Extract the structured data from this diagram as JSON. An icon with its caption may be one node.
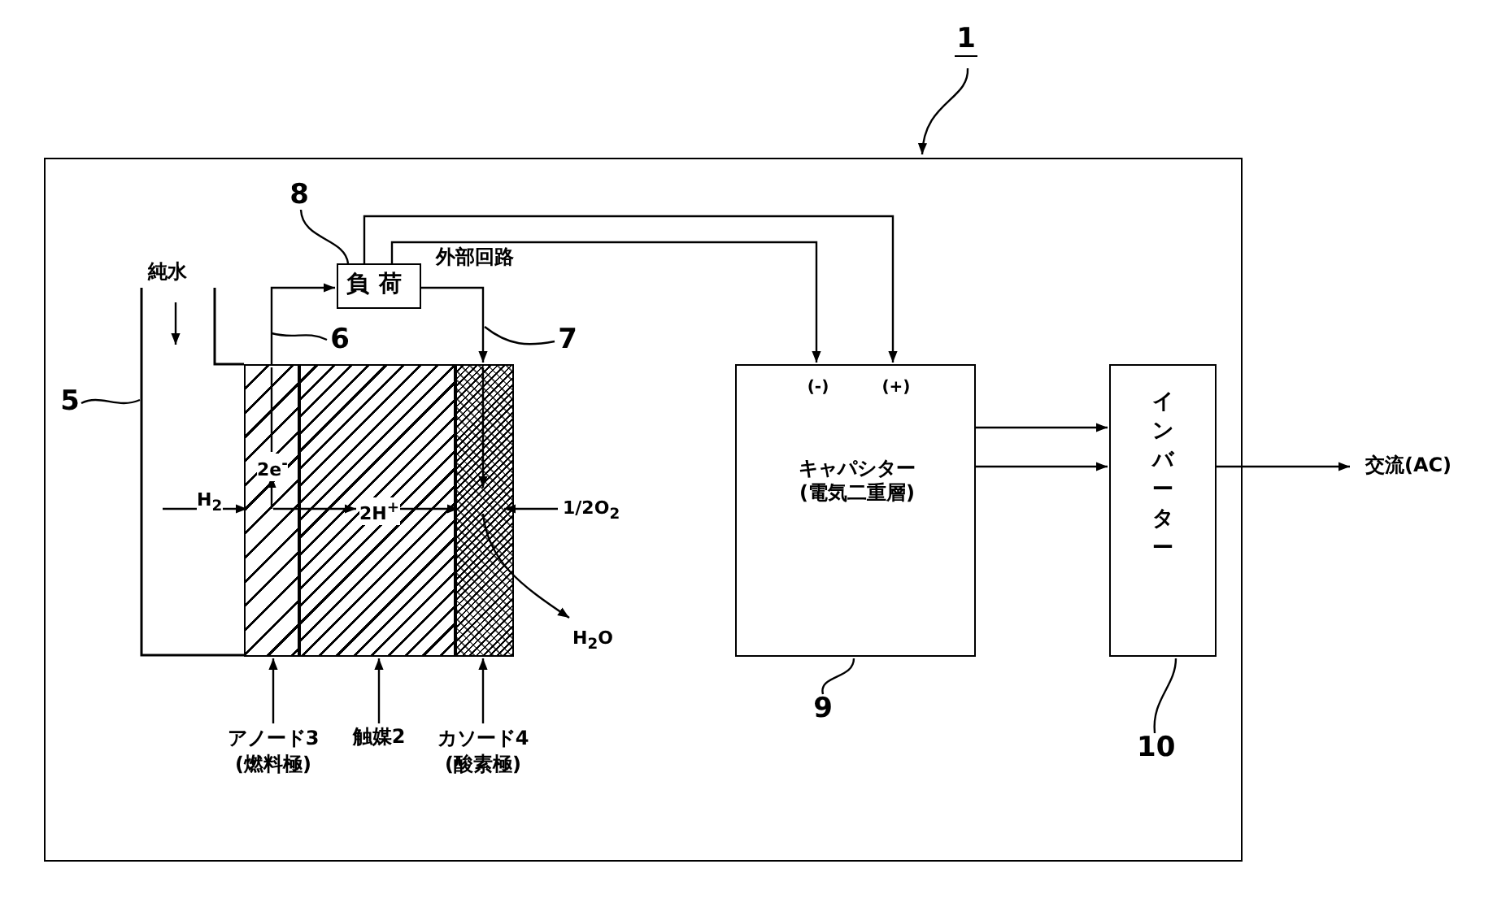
{
  "diagram": {
    "nodes": [
      {
        "text": [],
        "shape": "box"
      },
      {
        "text": [
          "1"
        ]
      },
      {
        "text": [
          "8"
        ],
        "in": 0
      },
      {
        "text": [
          "負荷"
        ],
        "in": 0
      },
      {
        "text": [
          "5"
        ],
        "in": 0
      },
      {
        "text": [],
        "shape": "box",
        "in": 0,
        "beside": [
          "純水"
        ]
      },
      {
        "text": [],
        "shape": "box",
        "in": 0
      },
      {
        "text": [],
        "shape": "box",
        "in": 0
      },
      {
        "text": [],
        "shape": "box",
        "in": 0
      },
      {
        "text": [
          "6"
        ],
        "in": 0
      },
      {
        "text": [
          "7"
        ],
        "in": 0
      },
      {
        "text": [
          "(-)",
          "(+)",
          "キャパシター (電気二重層)"
        ],
        "in": 0
      },
      {
        "text": [
          "9"
        ],
        "in": 0
      },
      {
        "text": [
          "インバーター"
        ],
        "in": 0
      },
      {
        "text": [
          "10"
        ],
        "in": 0
      },
      {
        "text": [
          "交流(AC)"
        ]
      },
      {
        "text": [
          "アノード3 (燃料極)"
        ],
        "in": 0
      },
      {
        "text": [
          "触媒2"
        ],
        "in": 0
      },
      {
        "text": [
          "カソード4 (酸素極)"
        ],
        "in": 0
      }
    ],
    "edges": [
      {
        "from": 1,
        "to": 0,
        "arrow": "to"
      },
      {
        "from": 2,
        "to": 3,
        "arrow": "none"
      },
      {
        "from": 4,
        "to": 5,
        "arrow": "none"
      },
      {
        "from": 9,
        "to": null,
        "arrow": "none"
      },
      {
        "from": 10,
        "to": null,
        "arrow": "none"
      },
      {
        "from": 6,
        "to": 3,
        "arrow": "to"
      },
      {
        "from": 3,
        "to": 8,
        "arrow": "to"
      },
      {
        "from": 3,
        "to": 11,
        "arrow": "to"
      },
      {
        "from": 3,
        "to": 11,
        "arrow": "to"
      },
      {
        "from": 11,
        "to": 13,
        "arrow": "to"
      },
      {
        "from": 11,
        "to": 13,
        "arrow": "to"
      },
      {
        "from": 13,
        "to": 15,
        "arrow": "to"
      },
      {
        "from": 12,
        "to": 11,
        "arrow": "none"
      },
      {
        "from": 14,
        "to": 13,
        "arrow": "none"
      },
      {
        "from": 16,
        "to": 6,
        "arrow": "to"
      },
      {
        "from": 17,
        "to": 7,
        "arrow": "to"
      },
      {
        "from": 18,
        "to": 8,
        "arrow": "to"
      },
      {
        "from": 5,
        "to": 6,
        "arrow": "to",
        "label": "H$_{2}$"
      },
      {
        "from": 6,
        "to": 7,
        "arrow": "to"
      },
      {
        "from": 7,
        "to": 8,
        "arrow": "to",
        "label": "2H$^{+}$"
      }
    ],
    "labels": [
      "外部回路",
      "2e$^{-}$",
      "1/2O$_{2}$",
      "H$_{2}$O"
    ]
  }
}
